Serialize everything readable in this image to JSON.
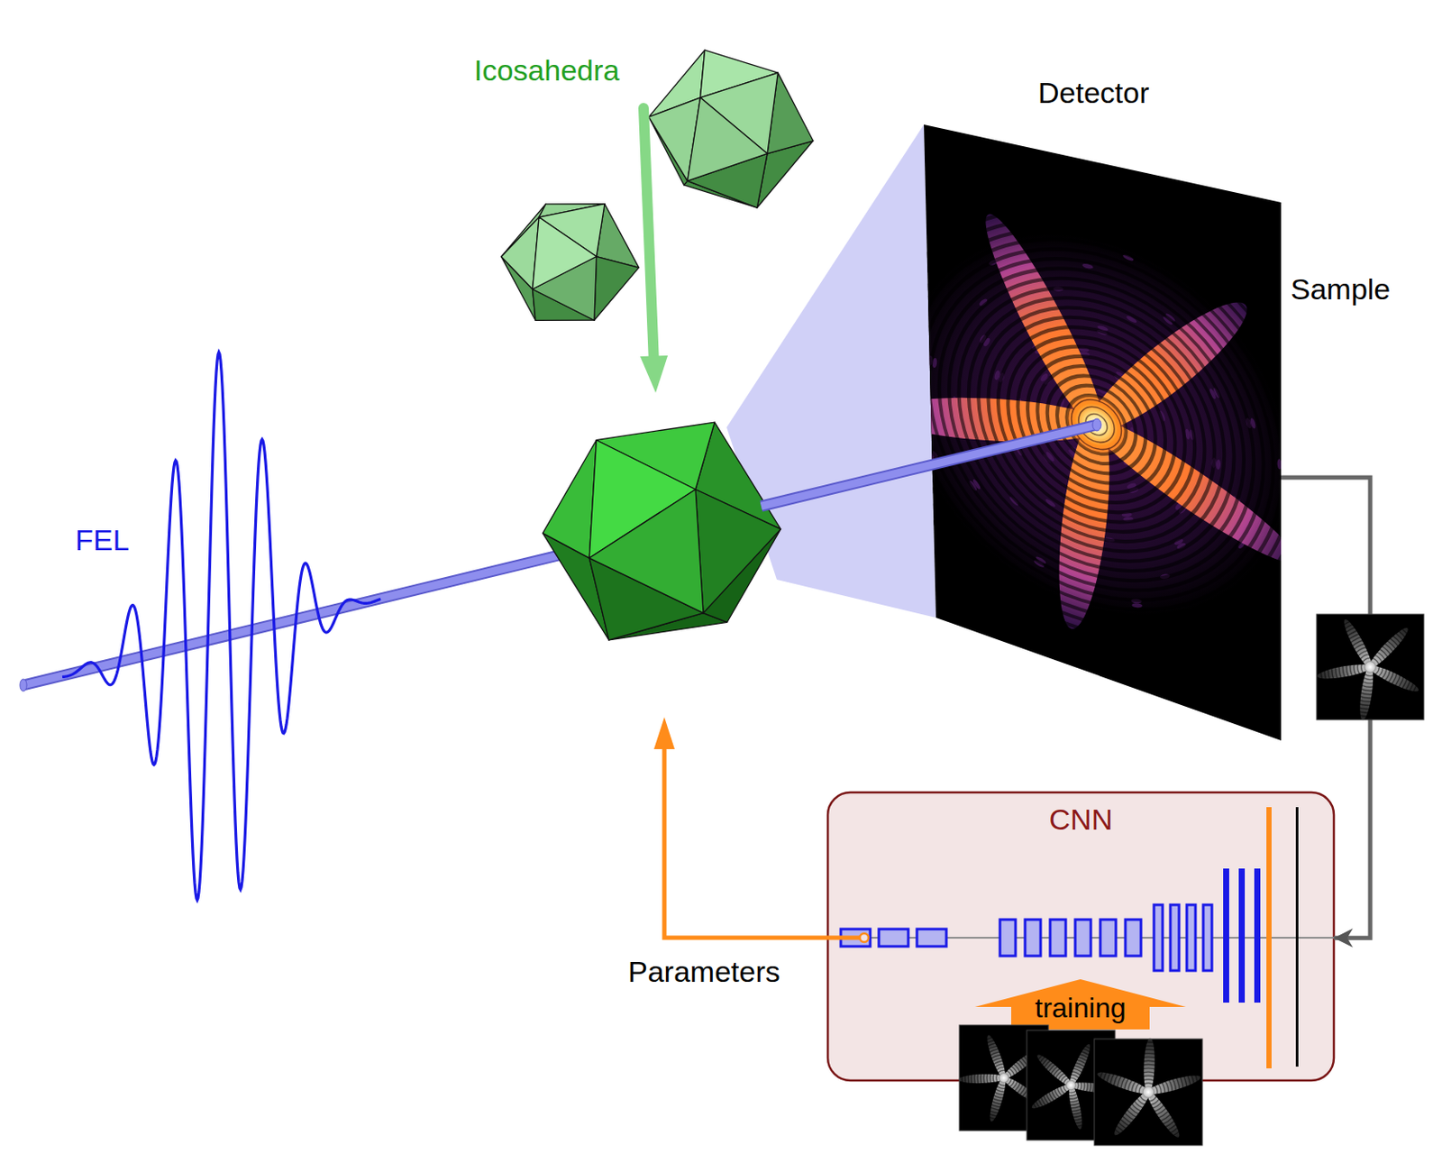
{
  "diagram": {
    "nodes": [
      {
        "text": [
          "Detector"
        ]
      },
      {
        "text": [
          "CNN"
        ]
      }
    ],
    "edges": [
      {
        "from": 0,
        "to": 1,
        "arrow": "to"
      }
    ],
    "labels": [
      "Icosahedra",
      "Sample",
      "FEL",
      "Parameters",
      "training"
    ]
  }
}
